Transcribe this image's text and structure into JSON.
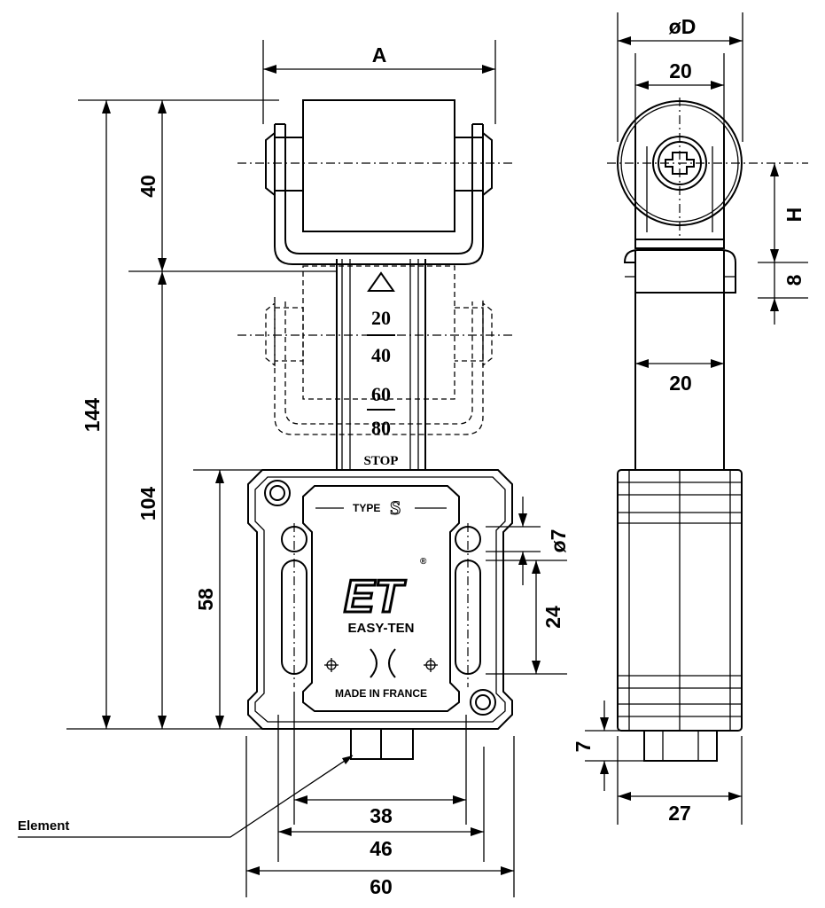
{
  "dimensions": {
    "A": "A",
    "oD": "øD",
    "w20_top": "20",
    "h40": "40",
    "h144": "144",
    "h104": "104",
    "h58": "58",
    "H": "H",
    "h8": "8",
    "w20_side": "20",
    "d7": "ø7",
    "h24": "24",
    "h7": "7",
    "w38": "38",
    "w46": "46",
    "w60": "60",
    "w27": "27"
  },
  "scale": {
    "s20": "20",
    "s40": "40",
    "s60": "60",
    "s80": "80",
    "stop": "STOP"
  },
  "plate": {
    "type_label": "TYPE",
    "type_letter": "S",
    "logo": "ET",
    "registered": "®",
    "brand": "EASY-TEN",
    "origin": "MADE IN FRANCE"
  },
  "callouts": {
    "element": "Element"
  }
}
